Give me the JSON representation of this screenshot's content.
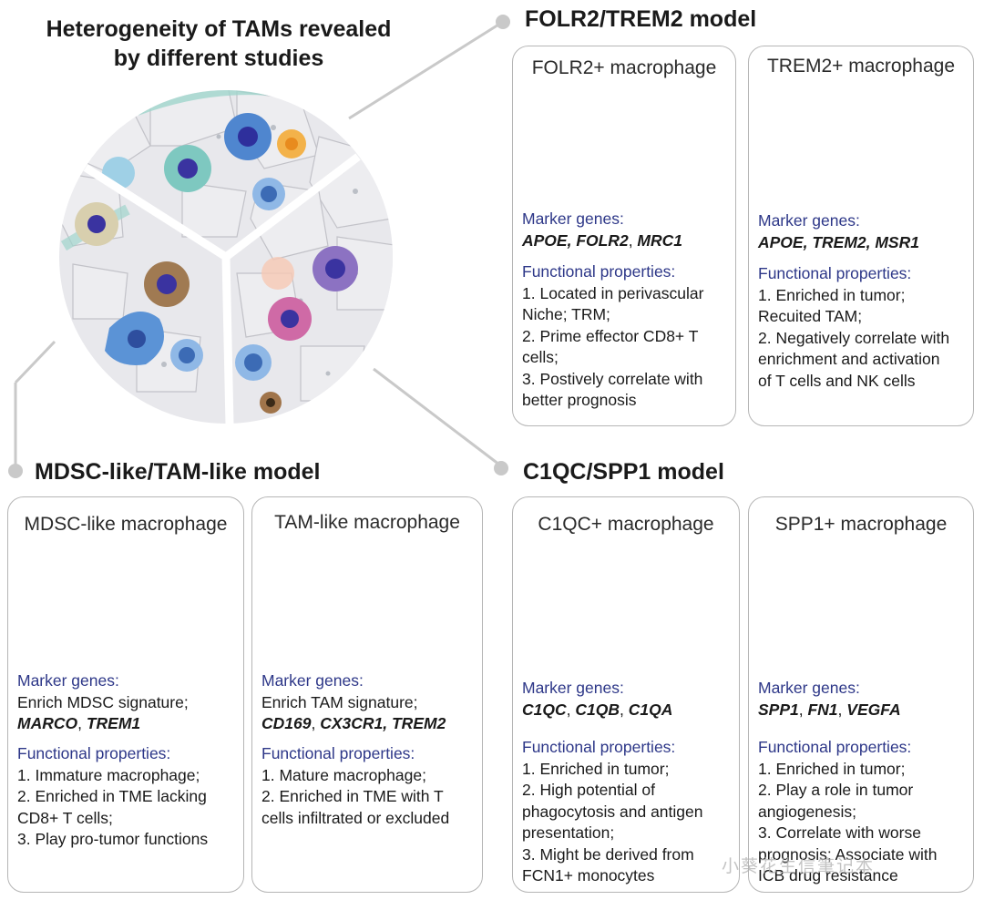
{
  "title": "Heterogeneity of TAMs revealed by different studies",
  "watermark": "小葵花生信筆记本",
  "models": [
    {
      "name": "FOLR2/TREM2 model",
      "panels": [
        {
          "title": "FOLR2+ macrophage",
          "color": "#7ec8c0",
          "marker_heading": "Marker genes:",
          "marker_lines": [
            [
              {
                "text": "APOE, FOLR2",
                "g": true
              },
              {
                "text": ", ",
                "g": false
              },
              {
                "text": "MRC1",
                "g": true
              }
            ]
          ],
          "func_heading": "Functional properties:",
          "func_lines": [
            "1. Located in perivascular",
            "Niche; TRM;",
            "2. Prime effector CD8+ T",
            "cells;",
            "3. Postively correlate with",
            "better prognosis"
          ]
        },
        {
          "title": "TREM2+ macrophage",
          "color": "#4f86cf",
          "marker_heading": "Marker genes:",
          "marker_lines": [
            [
              {
                "text": "APOE, TREM2, MSR1",
                "g": true
              }
            ]
          ],
          "func_heading": "Functional properties:",
          "func_lines": [
            "1. Enriched in tumor;",
            "Recuited TAM;",
            "2. Negatively correlate with",
            "enrichment and activation",
            "of T cells and NK cells"
          ]
        }
      ]
    },
    {
      "name": "MDSC-like/TAM-like model",
      "panels": [
        {
          "title": "MDSC-like macrophage",
          "color": "#d8cfae",
          "marker_heading": "Marker genes:",
          "marker_lines": [
            [
              {
                "text": "Enrich MDSC signature;",
                "g": false
              }
            ],
            [
              {
                "text": "MARCO",
                "g": true
              },
              {
                "text": ", ",
                "g": false
              },
              {
                "text": "TREM1",
                "g": true
              }
            ]
          ],
          "func_heading": "Functional properties:",
          "func_lines": [
            "1. Immature macrophage;",
            "2. Enriched in TME lacking",
            "CD8+ T cells;",
            "3. Play pro-tumor functions"
          ]
        },
        {
          "title": "TAM-like macrophage",
          "color": "#a07a52",
          "marker_heading": "Marker genes:",
          "marker_lines": [
            [
              {
                "text": "Enrich TAM signature;",
                "g": false
              }
            ],
            [
              {
                "text": "CD169",
                "g": true
              },
              {
                "text": ", ",
                "g": false
              },
              {
                "text": "CX3CR1, TREM2",
                "g": true
              }
            ]
          ],
          "func_heading": "Functional properties:",
          "func_lines": [
            "1. Mature macrophage;",
            "2. Enriched in TME with T",
            "cells infiltrated or excluded"
          ]
        }
      ]
    },
    {
      "name": "C1QC/SPP1 model",
      "panels": [
        {
          "title": "C1QC+ macrophage",
          "color": "#cf6aa6",
          "marker_heading": "Marker genes:",
          "marker_lines": [
            [
              {
                "text": "C1QC",
                "g": true
              },
              {
                "text": ", ",
                "g": false
              },
              {
                "text": "C1QB",
                "g": true
              },
              {
                "text": ", ",
                "g": false
              },
              {
                "text": "C1QA",
                "g": true
              }
            ]
          ],
          "func_heading": "Functional properties:",
          "func_lines": [
            "1. Enriched in tumor;",
            "2. High potential of",
            "phagocytosis and antigen",
            "presentation;",
            "3. Might be derived from",
            "FCN1+ monocytes"
          ]
        },
        {
          "title": "SPP1+ macrophage",
          "color": "#8c72c2",
          "marker_heading": "Marker genes:",
          "marker_lines": [
            [
              {
                "text": "SPP1",
                "g": true
              },
              {
                "text": ", ",
                "g": false
              },
              {
                "text": "FN1",
                "g": true
              },
              {
                "text": ", ",
                "g": false
              },
              {
                "text": "VEGFA",
                "g": true
              }
            ]
          ],
          "func_heading": "Functional properties:",
          "func_lines": [
            "1. Enriched in tumor;",
            "2. Play a role in tumor",
            "angiogenesis;",
            "3. Correlate with worse",
            "prognosis; Associate with",
            "ICB drug resistance"
          ]
        }
      ]
    }
  ]
}
